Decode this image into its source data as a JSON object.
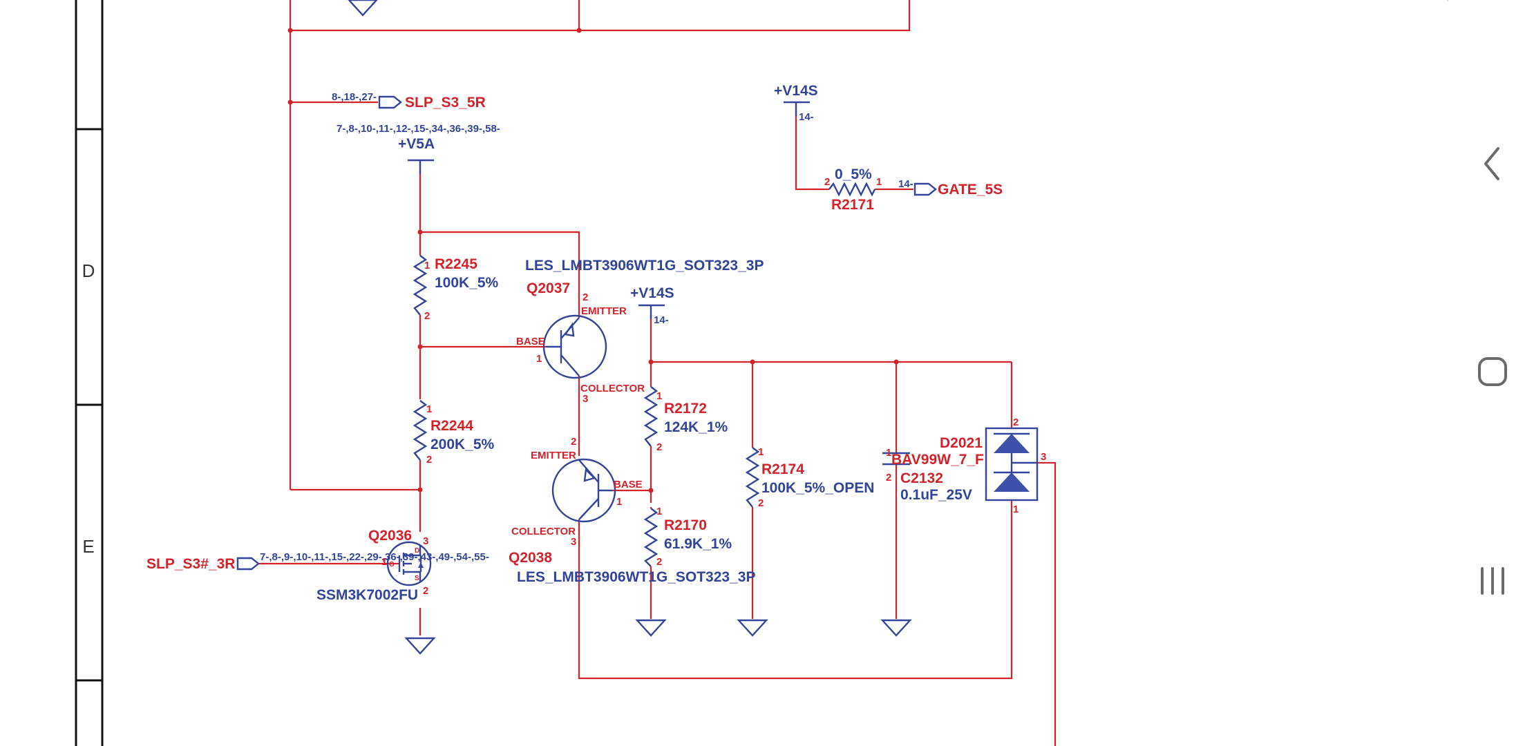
{
  "colors": {
    "wire": "#d4222a",
    "symbol": "#32449a",
    "border": "#111111",
    "nav_icon": "#6b6b6b"
  },
  "border_zones": {
    "d": "D",
    "e": "E"
  },
  "net_ports": {
    "slp_s3_5r": {
      "name": "SLP_S3_5R",
      "xref": "8-,18-,27-"
    },
    "slp_s3n_3r": {
      "name": "SLP_S3#_3R",
      "xref": "7-,8-,9-,10-,11-,15-,22-,29-,36-,39-,43-,49-,54-,55-"
    },
    "gate_5s": {
      "name": "GATE_5S",
      "xref": "14-"
    }
  },
  "power_rails": {
    "v5a": {
      "name": "+V5A",
      "xref": "7-,8-,10-,11-,12-,15-,34-,36-,39-,58-"
    },
    "v14s_top": {
      "name": "+V14S",
      "xref": "14-"
    },
    "v14s_mid": {
      "name": "+V14S",
      "xref": "14-"
    }
  },
  "parts": {
    "r2245": {
      "ref": "R2245",
      "value": "100K_5%",
      "pin1": "1",
      "pin2": "2"
    },
    "r2244": {
      "ref": "R2244",
      "value": "200K_5%",
      "pin1": "1",
      "pin2": "2"
    },
    "r2172": {
      "ref": "R2172",
      "value": "124K_1%",
      "pin1": "1",
      "pin2": "2"
    },
    "r2170": {
      "ref": "R2170",
      "value": "61.9K_1%",
      "pin1": "1",
      "pin2": "2"
    },
    "r2174": {
      "ref": "R2174",
      "value": "100K_5%_OPEN",
      "pin1": "1",
      "pin2": "2"
    },
    "r2171": {
      "ref": "R2171",
      "value": "0_5%",
      "pin1": "1",
      "pin2": "2"
    },
    "c2132": {
      "ref": "C2132",
      "value": "0.1uF_25V",
      "pin1": "1",
      "pin2": "2"
    },
    "d2021": {
      "ref": "D2021",
      "value": "BAV99W_7_F",
      "pin1": "1",
      "pin2": "2",
      "pin3": "3"
    },
    "q2037": {
      "ref": "Q2037",
      "value": "LES_LMBT3906WT1G_SOT323_3P",
      "base": "BASE",
      "emitter": "EMITTER",
      "collector": "COLLECTOR",
      "pin1": "1",
      "pin2": "2",
      "pin3": "3"
    },
    "q2038": {
      "ref": "Q2038",
      "value": "LES_LMBT3906WT1G_SOT323_3P",
      "base": "BASE",
      "emitter": "EMITTER",
      "collector": "COLLECTOR",
      "pin1": "1",
      "pin2": "2",
      "pin3": "3"
    },
    "q2036": {
      "ref": "Q2036",
      "value": "SSM3K7002FU",
      "pin1": "1",
      "pin2": "2",
      "pin3": "3",
      "g": "G",
      "d": "D",
      "s": "S"
    }
  },
  "navigation": {
    "back_icon": "chevron-left",
    "home_icon": "rounded-square",
    "recents_icon": "three-bars"
  }
}
